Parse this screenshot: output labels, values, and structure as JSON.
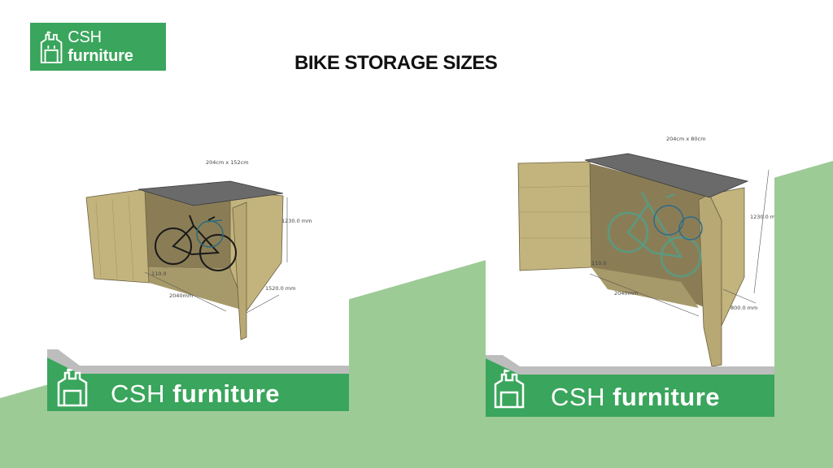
{
  "logo": {
    "brand_light": "CSH",
    "brand_bold": "furniture"
  },
  "title": "BIKE STORAGE SIZES",
  "colors": {
    "green": "#3aa55c",
    "light_green": "#9dcb96",
    "wood": "#b8a874",
    "roof": "#6a6a6a"
  },
  "storage_left": {
    "top_dim": "204cm x 152cm",
    "height_dim": "1230.0 mm",
    "depth_dim": "1520.0 mm",
    "width_dim": "2040mm",
    "small_dim": "110.0",
    "banner_light": "CSH",
    "banner_bold": "furniture"
  },
  "storage_right": {
    "top_dim": "204cm x 80cm",
    "height_dim": "1230.0 mm",
    "depth_dim": "800.0 mm",
    "width_dim": "2040mm",
    "small_dim": "110.0",
    "banner_light": "CSH",
    "banner_bold": "furniture"
  }
}
